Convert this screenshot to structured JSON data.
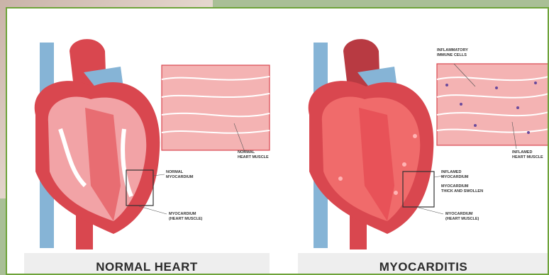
{
  "panels": {
    "left": {
      "caption": "NORMAL HEART",
      "labels": {
        "muscle_top": "NORMAL\nHEART MUSCLE",
        "myocardium_box": "NORMAL\nMYOCARDIUM",
        "myocardium": "MYOCARDIUM\n(HEART MUSCLE)"
      }
    },
    "right": {
      "caption": "MYOCARDITIS",
      "labels": {
        "immune_cells": "INFLAMMATORY\nIMMUNE CELLS",
        "inflamed_muscle": "INFLAMED\nHEART MUSCLE",
        "inflamed_myocardium": "INFLAMED\nMYOCARDIUM",
        "thick_swollen": "MYOCARDIUM\nTHICK AND SWOLLEN",
        "myocardium": "MYOCARDIUM\n(HEART MUSCLE)"
      }
    }
  },
  "colors": {
    "frame_border": "#6ea33a",
    "heart_red": "#d9474f",
    "heart_pink": "#f2a3a6",
    "vessel_blue": "#86b4d6",
    "inflamed": "#f06b6b"
  }
}
